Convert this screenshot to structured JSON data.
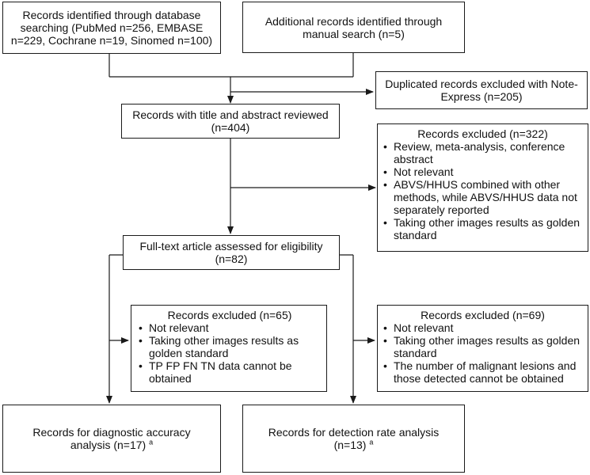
{
  "boxes": {
    "db_search": {
      "lines": [
        "Records identified through database",
        "searching (PubMed n=256, EMBASE",
        "n=229, Cochrane n=19, Sinomed n=100)"
      ]
    },
    "manual_search": {
      "lines": [
        "Additional records identified through",
        "manual search (n=5)"
      ]
    },
    "duplicates": {
      "lines": [
        "Duplicated records excluded with Note-",
        "Express (n=205)"
      ]
    },
    "screened": {
      "lines": [
        "Records with title and abstract reviewed",
        "(n=404)"
      ]
    },
    "excluded_322": {
      "title": "Records excluded (n=322)",
      "items": [
        "Review, meta-analysis, conference abstract",
        "Not relevant",
        "ABVS/HHUS combined with other methods, while ABVS/HHUS data not separately reported",
        "Taking other images results as golden standard"
      ]
    },
    "fulltext": {
      "lines": [
        "Full-text article assessed for eligibility",
        "(n=82)"
      ]
    },
    "excluded_65": {
      "title": "Records excluded (n=65)",
      "items": [
        "Not relevant",
        "Taking other images results as golden standard",
        "TP FP FN TN data cannot be obtained"
      ]
    },
    "excluded_69": {
      "title": "Records excluded (n=69)",
      "items": [
        "Not relevant",
        "Taking other images results as golden standard",
        "The number of malignant lesions and those detected cannot be obtained"
      ]
    },
    "diagnostic": {
      "line1": "Records for diagnostic accuracy",
      "line2": "analysis (n=17)",
      "mark": "a"
    },
    "detection": {
      "line1": "Records for detection rate analysis",
      "line2": "(n=13)",
      "mark": "a"
    }
  }
}
